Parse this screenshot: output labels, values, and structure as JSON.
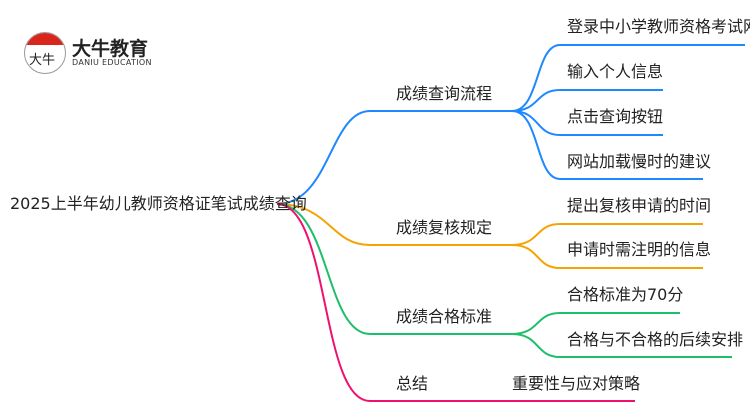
{
  "logo": {
    "name": "大牛教育",
    "sub": "DANIU EDUCATION",
    "glyph": "大牛"
  },
  "root": "2025上半年幼儿教师资格证笔试成绩查询",
  "colors": {
    "blue": "#1e88ff",
    "orange": "#f5a300",
    "green": "#1dbf6a",
    "pink": "#f0106e"
  },
  "branches": [
    {
      "label": "成绩查询流程",
      "children": [
        "登录中小学教师资格考试网",
        "输入个人信息",
        "点击查询按钮",
        "网站加载慢时的建议"
      ]
    },
    {
      "label": "成绩复核规定",
      "children": [
        "提出复核申请的时间",
        "申请时需注明的信息"
      ]
    },
    {
      "label": "成绩合格标准",
      "children": [
        "合格标准为70分",
        "合格与不合格的后续安排"
      ]
    },
    {
      "label": "总结",
      "children": [
        "重要性与应对策略"
      ]
    }
  ]
}
